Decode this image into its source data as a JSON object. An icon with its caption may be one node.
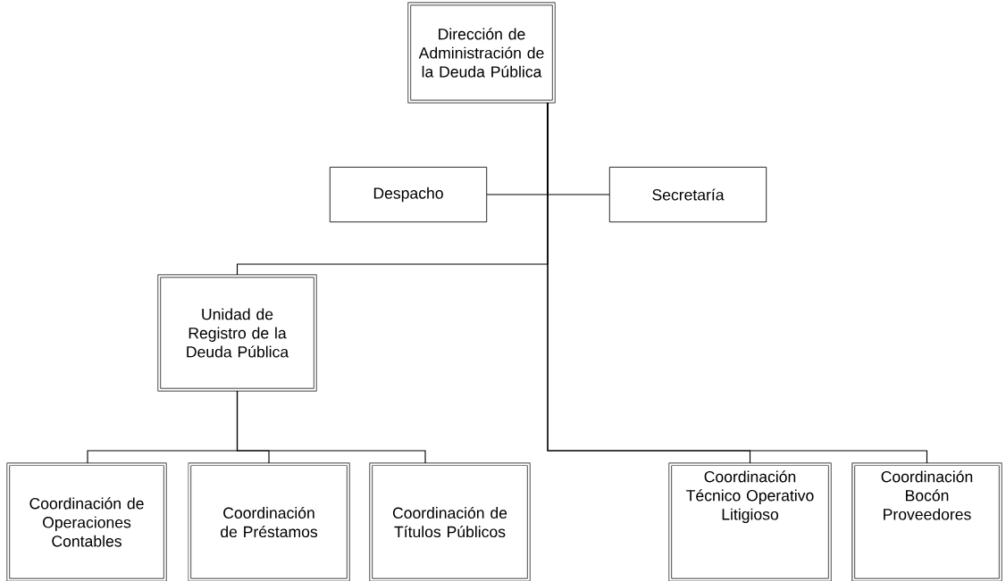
{
  "diagram": {
    "nodes": [
      {
        "text": [
          "Dirección de Administración de la Deuda Pública"
        ]
      },
      {
        "text": [
          "Despacho"
        ]
      },
      {
        "text": [
          "Secretaría"
        ]
      },
      {
        "text": [
          "Unidad de Registro de la Deuda Pública"
        ]
      },
      {
        "text": [
          "Coordinación de Operaciones Contables"
        ]
      },
      {
        "text": [
          "Coordinación de Préstamos"
        ]
      },
      {
        "text": [
          "Coordinación de Títulos Públicos"
        ]
      },
      {
        "text": [
          "Coordinación Técnico Operativo Litigioso"
        ]
      },
      {
        "text": [
          "Coordinación Bocón Proveedores"
        ]
      }
    ],
    "edges": [
      {
        "from": 0,
        "to": 1,
        "arrow": "none"
      },
      {
        "from": 0,
        "to": 2,
        "arrow": "none"
      },
      {
        "from": 0,
        "to": 3,
        "arrow": "none"
      },
      {
        "from": 3,
        "to": 4,
        "arrow": "none"
      },
      {
        "from": 3,
        "to": 5,
        "arrow": "none"
      },
      {
        "from": 3,
        "to": 6,
        "arrow": "none"
      },
      {
        "from": 0,
        "to": 7,
        "arrow": "none"
      },
      {
        "from": 0,
        "to": 8,
        "arrow": "none"
      }
    ]
  }
}
